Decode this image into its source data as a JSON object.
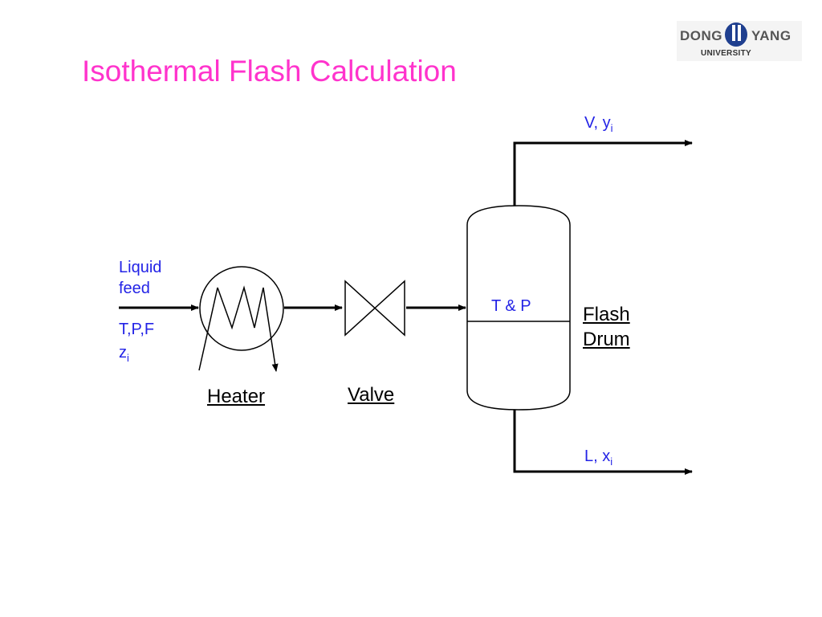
{
  "slide": {
    "title": "Isothermal Flash Calculation"
  },
  "logo": {
    "left_word": "DONG",
    "right_word": "YANG",
    "subtitle": "UNIVERSITY",
    "accent_color": "#1f3f8f"
  },
  "diagram": {
    "feed_label_line1": "Liquid",
    "feed_label_line2": "feed",
    "feed_conditions": "T,P,F",
    "feed_composition": "z",
    "feed_composition_sub": "i",
    "heater_label": "Heater",
    "valve_label": "Valve",
    "drum_condition": "T & P",
    "drum_label_line1": "Flash",
    "drum_label_line2": "Drum",
    "vapor_label": "V, y",
    "vapor_label_sub": "i",
    "liquid_label": "L, x",
    "liquid_label_sub": "i",
    "label_color": "#2323e6",
    "title_color": "#ff33cc"
  }
}
